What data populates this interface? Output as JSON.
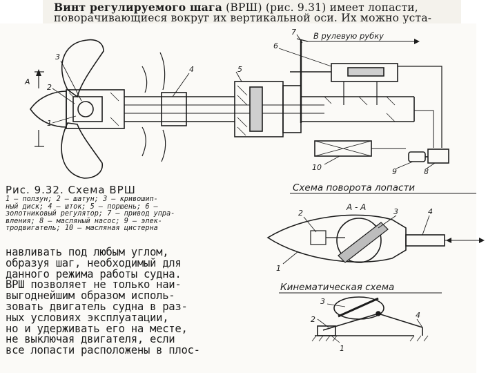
{
  "header": {
    "line1_bold": "Винт регулируемого шага",
    "line1_rest": " (ВРШ) (рис. 9.31) имеет лопасти,",
    "line2": "поворачивающиеся вокруг их вертикальной оси. Их можно уста-"
  },
  "figure": {
    "caption": "Рис. 9.32. Схема ВРШ",
    "legend": "1 — ползун; 2 — шатун; 3 — кривошип-\nный диск; 4 — шток; 5 — поршень; 6 —\nзолотниковый регулятор; 7 — привод упра-\nвления; 8 — масляный насос; 9 — элек-\nтродвигатель; 10 — масляная цистерна",
    "labels": {
      "wheelhouse": "В рулевую рубку",
      "section_title": "Схема поворота лопасти",
      "section_cut": "А - А",
      "kinematic_title": "Кинематическая схема",
      "cut_marker": "А",
      "n1": "1",
      "n2": "2",
      "n3": "3",
      "n4": "4",
      "n5": "5",
      "n6": "6",
      "n7": "7",
      "n8": "8",
      "n9": "9",
      "n10": "10"
    }
  },
  "body": {
    "text": "навливать под любым углом,\nобразуя шаг, необходимый для\nданного режима работы судна.\nВРШ позволяет не только наи-\nвыгоднейшим образом исполь-\nзовать двигатель судна в раз-\nных условиях эксплуатации,\nно и удерживать его на месте,\nне выключая двигателя, если\nвсе лопасти расположены в плос-"
  }
}
